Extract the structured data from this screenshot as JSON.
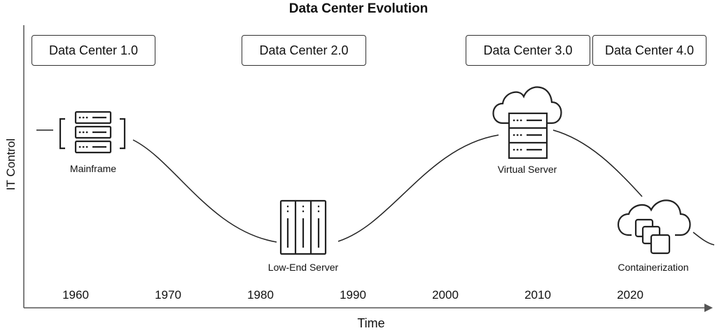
{
  "title": "Data Center Evolution",
  "eras": [
    {
      "label": "Data Center 1.0"
    },
    {
      "label": "Data Center 2.0"
    },
    {
      "label": "Data Center 3.0"
    },
    {
      "label": "Data Center 4.0"
    }
  ],
  "nodes": {
    "mainframe": "Mainframe",
    "low_end_server": "Low-End Server",
    "virtual_server": "Virtual Server",
    "containerization": "Containerization"
  },
  "years": [
    "1960",
    "1970",
    "1980",
    "1990",
    "2000",
    "2010",
    "2020"
  ],
  "axes": {
    "x_label": "Time",
    "y_label": "IT Control"
  },
  "icons": [
    "server-rack-icon",
    "blade-server-icon",
    "cloud-server-icon",
    "cloud-containers-icon"
  ],
  "colors": {
    "line": "#222222",
    "box_border": "#333333",
    "background": "#ffffff"
  }
}
